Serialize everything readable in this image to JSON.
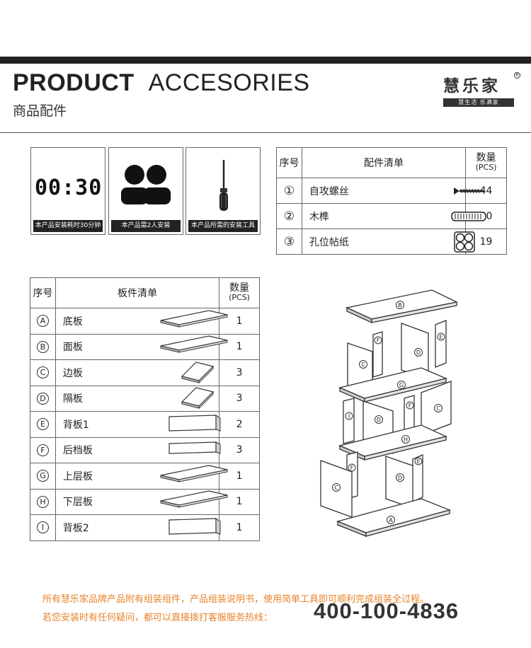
{
  "header": {
    "title_bold": "PRODUCT",
    "title_light": "ACCESORIES",
    "subtitle": "商品配件",
    "logo_main": "慧乐家",
    "logo_sub": "慧生活 乐满家"
  },
  "info_boxes": [
    {
      "display": "00:30",
      "caption": "本产品安装耗时30分钟",
      "icon": "clock-icon"
    },
    {
      "caption": "本产品需2人安装",
      "icon": "two-people-icon"
    },
    {
      "caption": "本产品所需的安装工具",
      "icon": "screwdriver-icon"
    }
  ],
  "accessories": {
    "headers": {
      "no": "序号",
      "list": "配件清单",
      "qty": "数量",
      "qty_unit": "(PCS)"
    },
    "rows": [
      {
        "no": "①",
        "name": "自攻螺丝",
        "qty": "44",
        "icon": "screw-icon"
      },
      {
        "no": "②",
        "name": "木榫",
        "qty": "40",
        "icon": "dowel-icon"
      },
      {
        "no": "③",
        "name": "孔位帖纸",
        "qty": "19",
        "icon": "hole-sticker-icon"
      }
    ]
  },
  "panels": {
    "headers": {
      "no": "序号",
      "list": "板件清单",
      "qty": "数量",
      "qty_unit": "(PCS)"
    },
    "rows": [
      {
        "no": "A",
        "name": "底板",
        "qty": "1",
        "shape": "long"
      },
      {
        "no": "B",
        "name": "面板",
        "qty": "1",
        "shape": "long"
      },
      {
        "no": "C",
        "name": "边板",
        "qty": "3",
        "shape": "square"
      },
      {
        "no": "D",
        "name": "隔板",
        "qty": "3",
        "shape": "square"
      },
      {
        "no": "E",
        "name": "背板1",
        "qty": "2",
        "shape": "back"
      },
      {
        "no": "F",
        "name": "后档板",
        "qty": "3",
        "shape": "thin"
      },
      {
        "no": "G",
        "name": "上层板",
        "qty": "1",
        "shape": "long"
      },
      {
        "no": "H",
        "name": "下层板",
        "qty": "1",
        "shape": "long"
      },
      {
        "no": "I",
        "name": "背板2",
        "qty": "1",
        "shape": "back"
      }
    ]
  },
  "diagram_labels": {
    "a": "A",
    "b": "B",
    "c": "C",
    "d": "D",
    "e": "E",
    "f": "F",
    "g": "G",
    "h": "H",
    "i": "I"
  },
  "footer": {
    "line1": "所有慧乐家品牌产品附有组装组件，产品组装说明书，使用简单工具即可顺利完成组装全过程。",
    "line2": "若您安装时有任何疑问，都可以直接拨打客服服务热线：",
    "phone": "400-100-4836"
  },
  "colors": {
    "accent": "#e8832a",
    "dark": "#222222"
  }
}
